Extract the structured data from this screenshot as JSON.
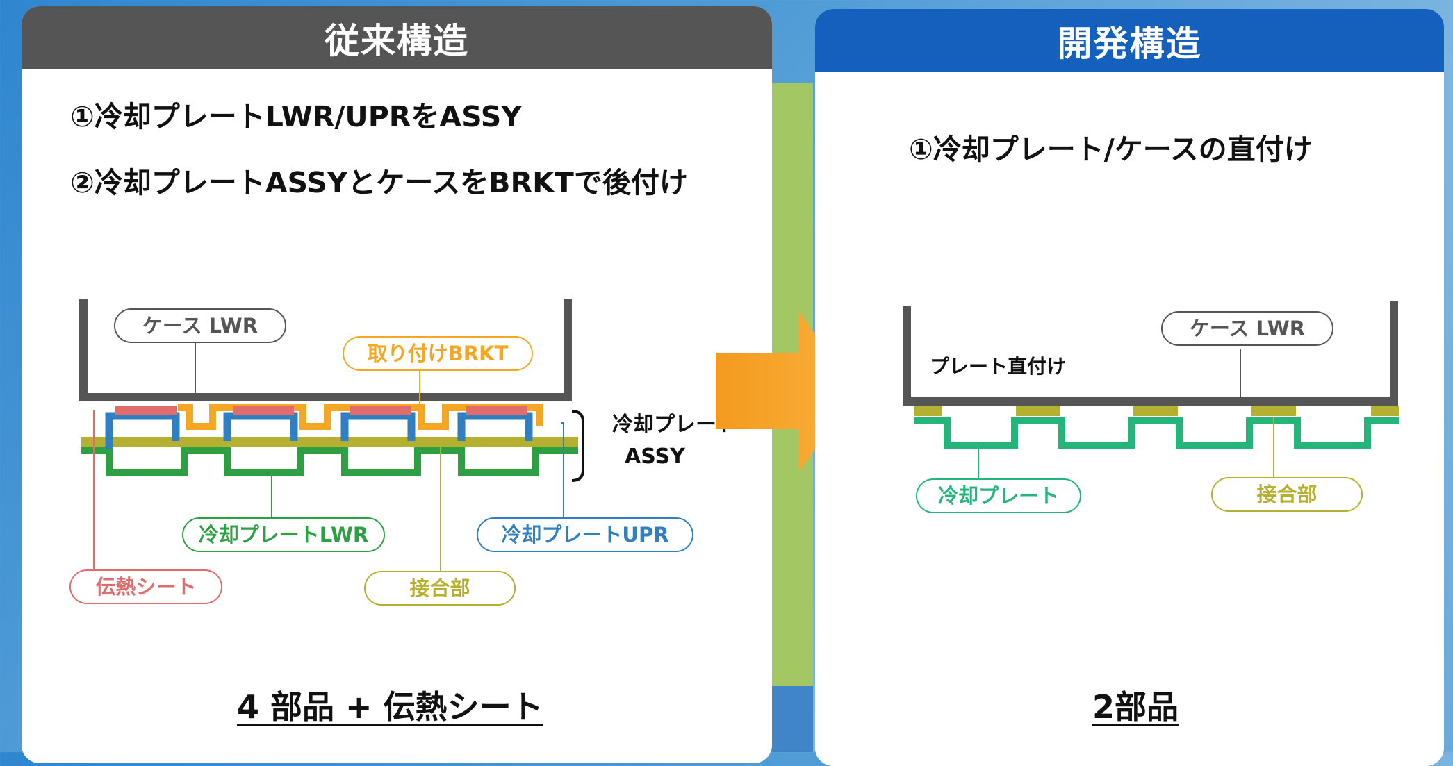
{
  "left_panel": {
    "title": "従来構造",
    "step1": "①冷却プレートLWR/UPRをASSY",
    "step2": "②冷却プレートASSYとケースをBRKTで後付け",
    "footer": "4 部品 + 伝熱シート",
    "labels": {
      "case_lwr": "ケース LWR",
      "bracket": "取り付けBRKT",
      "assy_line1": "冷却プレート",
      "assy_line2": "ASSY",
      "plate_lwr": "冷却プレートLWR",
      "plate_upr": "冷却プレートUPR",
      "thermal_sheet": "伝熱シート",
      "joint": "接合部"
    }
  },
  "right_panel": {
    "title": "開発構造",
    "step1": "①冷却プレート/ケースの直付け",
    "footer": "2部品",
    "labels": {
      "case_lwr": "ケース LWR",
      "direct_mount": "プレート直付け",
      "plate": "冷却プレート",
      "joint": "接合部"
    }
  },
  "colors": {
    "case": "#555555",
    "thermal_sheet": "#e06c6c",
    "bracket": "#f5a623",
    "plate_upr": "#2f7fc1",
    "plate_lwr": "#2ea043",
    "joint": "#b5b030",
    "plate_new": "#24b57a",
    "arrow": "#f7a12f"
  }
}
